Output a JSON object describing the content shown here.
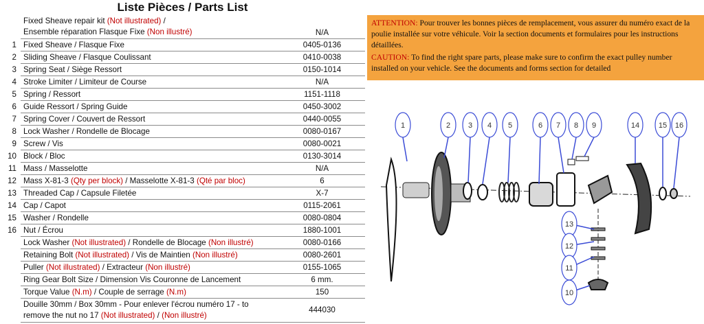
{
  "title": "Liste Pièces / Parts List",
  "rows": [
    {
      "num": "",
      "parts": [
        {
          "t": "Fixed Sheave repair kit "
        },
        {
          "t": "(Not illustrated)",
          "red": true
        },
        {
          "t": "  /"
        }
      ],
      "code": "",
      "tall": true,
      "parts2": [
        {
          "t": "Ensemble réparation Flasque Fixe "
        },
        {
          "t": "(Non illustré)",
          "red": true
        }
      ],
      "code_label": "N/A"
    },
    {
      "num": "1",
      "parts": [
        {
          "t": "Fixed Sheave / Flasque Fixe"
        }
      ],
      "code": "0405-0136"
    },
    {
      "num": "2",
      "parts": [
        {
          "t": "Sliding Sheave / Flasque Coulissant"
        }
      ],
      "code": "0410-0038"
    },
    {
      "num": "3",
      "parts": [
        {
          "t": "Spring Seat / Siège Ressort"
        }
      ],
      "code": "0150-1014"
    },
    {
      "num": "4",
      "parts": [
        {
          "t": "Stroke Limiter / Limiteur de Course"
        }
      ],
      "code": "N/A"
    },
    {
      "num": "5",
      "parts": [
        {
          "t": "Spring / Ressort"
        }
      ],
      "code": "1151-1118"
    },
    {
      "num": "6",
      "parts": [
        {
          "t": "Guide Ressort / Spring Guide"
        }
      ],
      "code": "0450-3002"
    },
    {
      "num": "7",
      "parts": [
        {
          "t": "Spring Cover / Couvert de Ressort"
        }
      ],
      "code": "0440-0055"
    },
    {
      "num": "8",
      "parts": [
        {
          "t": "Lock Washer / Rondelle de Blocage"
        }
      ],
      "code": "0080-0167"
    },
    {
      "num": "9",
      "parts": [
        {
          "t": "Screw / Vis"
        }
      ],
      "code": "0080-0021"
    },
    {
      "num": "10",
      "parts": [
        {
          "t": "Block / Bloc"
        }
      ],
      "code": "0130-3014"
    },
    {
      "num": "11",
      "parts": [
        {
          "t": "Mass / Masselotte"
        }
      ],
      "code": "N/A"
    },
    {
      "num": "12",
      "parts": [
        {
          "t": "Mass X-81-3 "
        },
        {
          "t": "(Qty per block)",
          "red": true
        },
        {
          "t": "  / Masselotte X-81-3 "
        },
        {
          "t": "(Qté par bloc)",
          "red": true
        }
      ],
      "code": "6"
    },
    {
      "num": "13",
      "parts": [
        {
          "t": "Threaded Cap / Capsule Filetée"
        }
      ],
      "code": "X-7"
    },
    {
      "num": "14",
      "parts": [
        {
          "t": "Cap  / Capot"
        }
      ],
      "code": "0115-2061"
    },
    {
      "num": "15",
      "parts": [
        {
          "t": "Washer / Rondelle"
        }
      ],
      "code": "0080-0804"
    },
    {
      "num": "16",
      "parts": [
        {
          "t": "Nut / Écrou"
        }
      ],
      "code": "1880-1001"
    },
    {
      "num": "",
      "parts": [
        {
          "t": "Lock Washer "
        },
        {
          "t": "(Not illustrated)",
          "red": true
        },
        {
          "t": " / Rondelle de  Blocage "
        },
        {
          "t": "(Non illustré)",
          "red": true
        }
      ],
      "code": "0080-0166"
    },
    {
      "num": "",
      "parts": [
        {
          "t": "Retaining Bolt "
        },
        {
          "t": "(Not illustrated)",
          "red": true
        },
        {
          "t": " / Vis de Maintien "
        },
        {
          "t": "(Non illustré)",
          "red": true
        }
      ],
      "code": "0080-2601"
    },
    {
      "num": "",
      "parts": [
        {
          "t": "Puller "
        },
        {
          "t": "(Not illustrated)",
          "red": true
        },
        {
          "t": " / Extracteur "
        },
        {
          "t": "(Non illustré)",
          "red": true
        }
      ],
      "code": "0155-1065"
    },
    {
      "num": "",
      "parts": [
        {
          "t": "Ring Gear Bolt Size / Dimension Vis Couronne de Lancement"
        }
      ],
      "code": "6 mm."
    },
    {
      "num": "",
      "parts": [
        {
          "t": "Torque Value "
        },
        {
          "t": "(N.m)",
          "red": true
        },
        {
          "t": " / Couple de serrage "
        },
        {
          "t": "(N.m)",
          "red": true
        }
      ],
      "code": "150"
    },
    {
      "num": "",
      "parts": [
        {
          "t": "Douille 30mm / Box 30mm  - Pour enlever l'écrou numéro 17 - to"
        }
      ],
      "code": "444030",
      "tall": true,
      "parts2": [
        {
          "t": "remove the nut no 17 "
        },
        {
          "t": "(Not illustrated)",
          "red": true
        },
        {
          "t": " / "
        },
        {
          "t": "(Non illustré)",
          "red": true
        }
      ]
    }
  ],
  "notice": {
    "fr_label": "ATTENTION:",
    "fr_text": " Pour trouver les bonnes pièces de remplacement, vous assurer du numéro exact de la poulie installée sur votre véhicule.  Voir la section documents et formulaires pour les instructions détaillées.",
    "en_label": "CAUTION:",
    "en_text": "  To find the right spare parts, please make sure to confirm the exact pulley number installed on your vehicle.  See the documents and forms section for detailed"
  },
  "callouts": [
    "1",
    "2",
    "3",
    "4",
    "5",
    "6",
    "7",
    "8",
    "9",
    "14",
    "15",
    "16",
    "13",
    "12",
    "11",
    "10"
  ],
  "colors": {
    "accent_red": "#c00000",
    "notice_bg": "#f4a33e",
    "callout_blue": "#3a4bd6"
  }
}
